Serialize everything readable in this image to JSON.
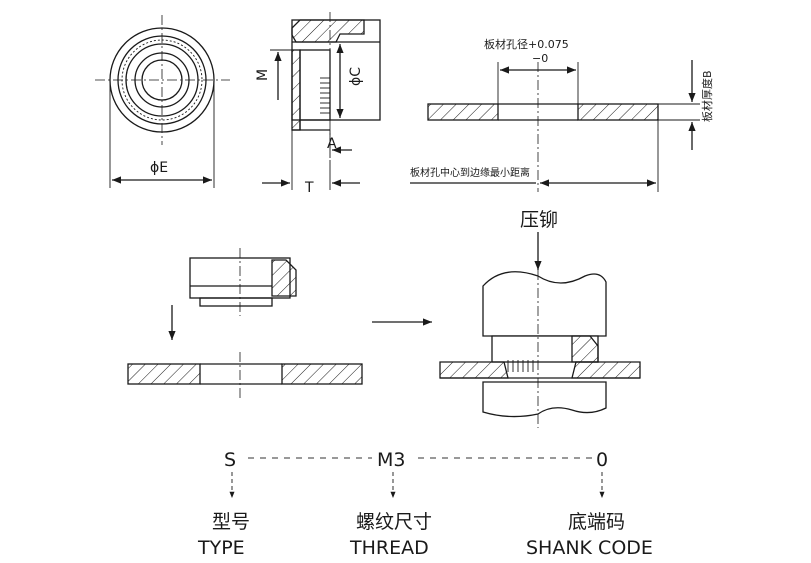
{
  "dimensions": {
    "diameter_e": "ϕE",
    "diameter_c": "ϕC",
    "thread_m": "M",
    "length_a": "A",
    "thickness_t": "T",
    "hole_tolerance": "板材孔径+0.075",
    "hole_tolerance_lower": "−0",
    "sheet_thickness": "板材厚度B",
    "edge_distance": "板材孔中心到边缘最小距离"
  },
  "process": {
    "press_label": "压铆"
  },
  "part_code": {
    "segments": [
      {
        "code": "S",
        "label_cn": "型号",
        "label_en": "TYPE"
      },
      {
        "code": "M3",
        "label_cn": "螺纹尺寸",
        "label_en": "THREAD"
      },
      {
        "code": "0",
        "label_cn": "底端码",
        "label_en": "SHANK CODE"
      }
    ]
  }
}
